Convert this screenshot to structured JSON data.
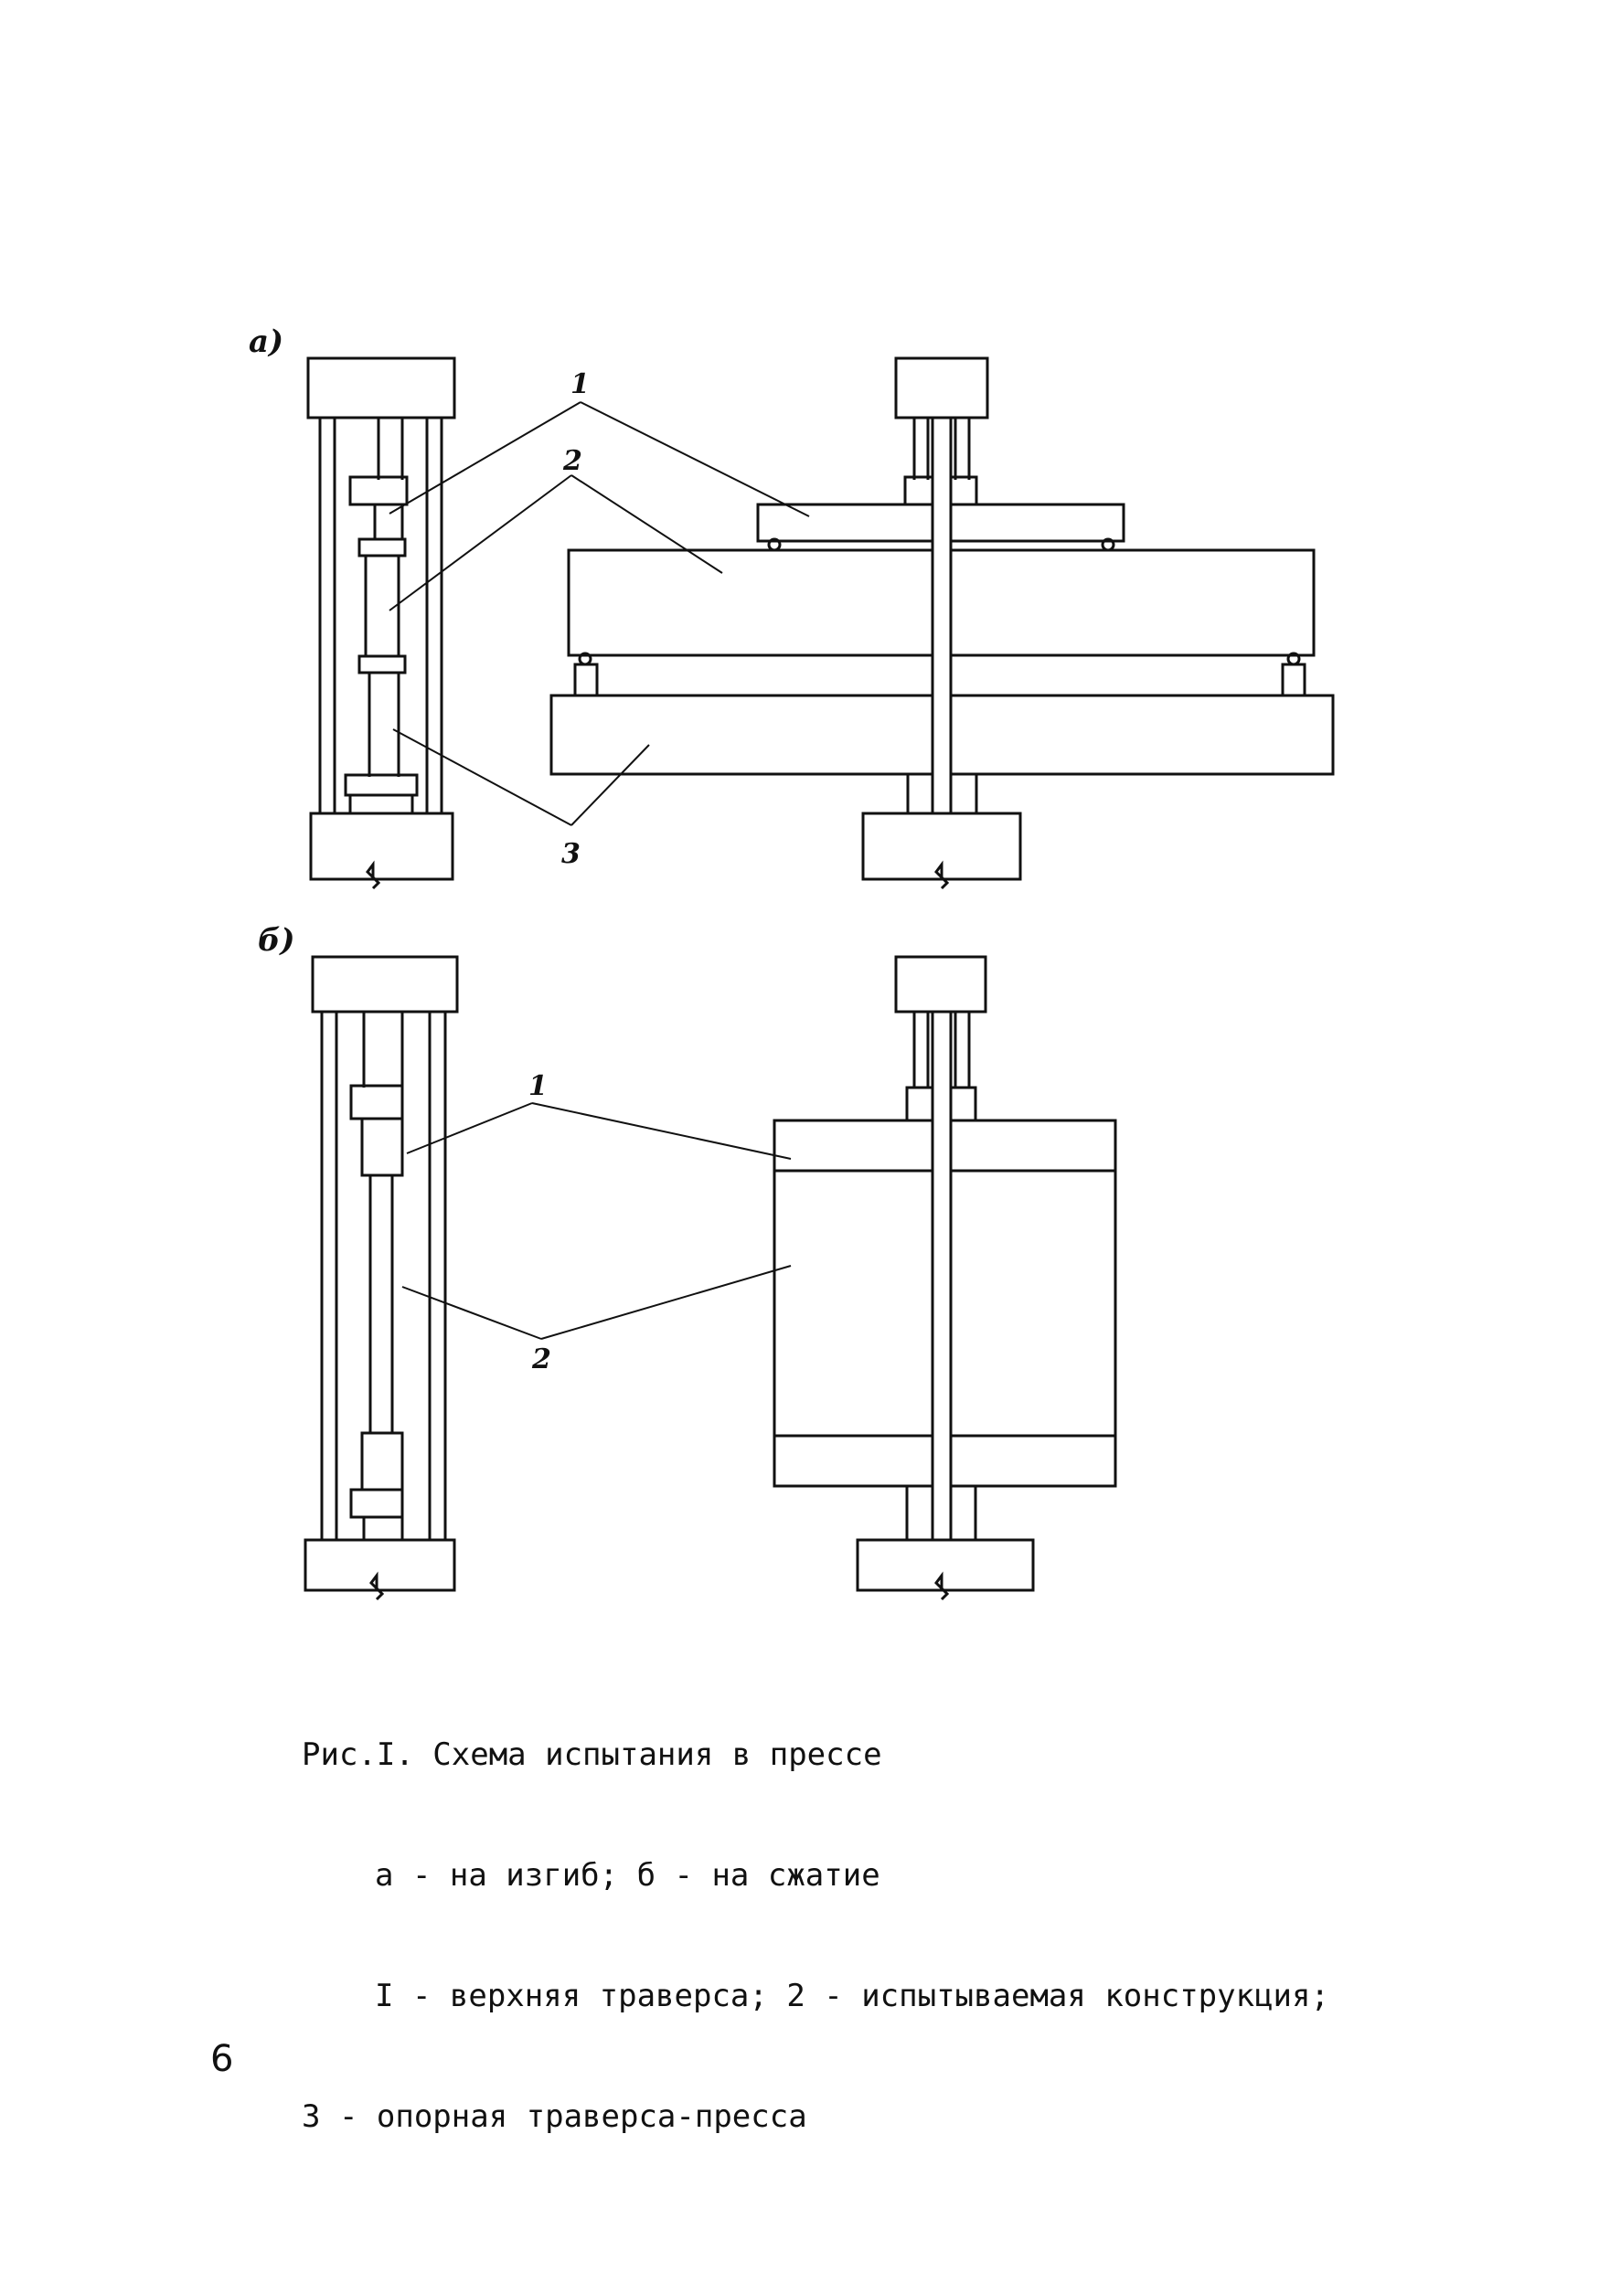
{
  "figure": {
    "panel_a_label": "а)",
    "panel_b_label": "б)",
    "callouts": {
      "a_1": "1",
      "a_2": "2",
      "a_3": "3",
      "b_1": "1",
      "b_2": "2"
    }
  },
  "caption": {
    "line1": "Рис.I. Схема испытания в прессе",
    "line2": "а - на изгиб; б - на сжатие",
    "line3": "I - верхняя траверса; 2 - испытываемая конструкция;",
    "line4": "3 - опорная траверса-пресса"
  },
  "page_number": "6"
}
